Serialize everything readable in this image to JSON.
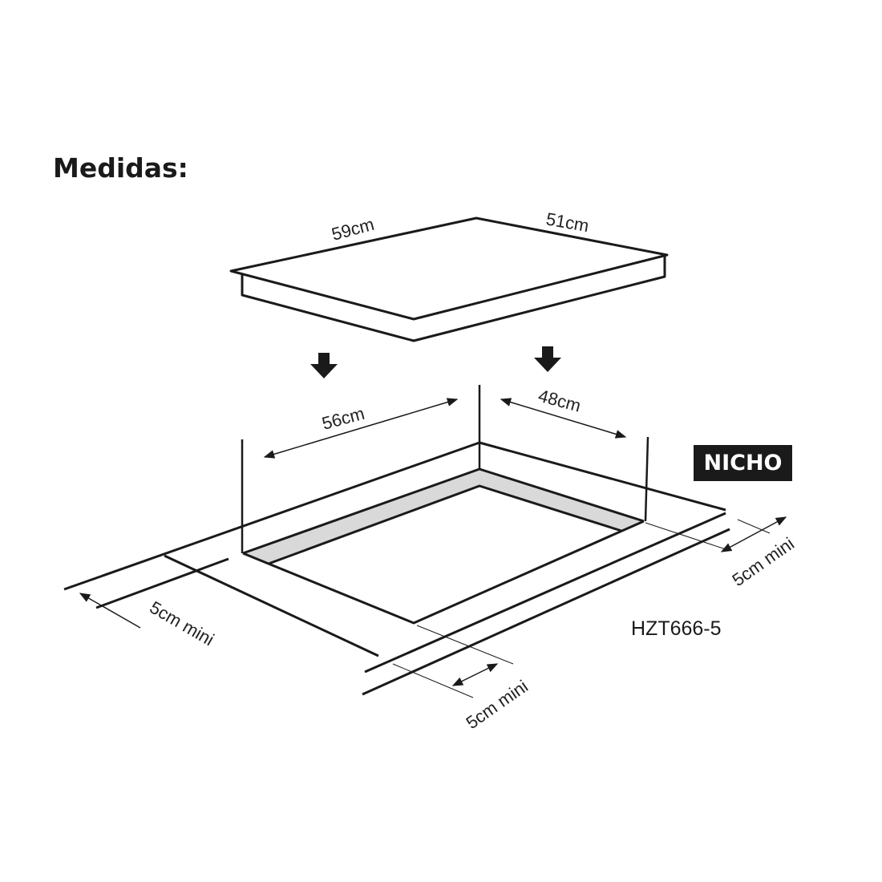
{
  "title": "Medidas:",
  "badge": "NICHO",
  "model": "HZT666-5",
  "dimensions": {
    "hob_width": "59cm",
    "hob_depth": "51cm",
    "cutout_width": "56cm",
    "cutout_depth": "48cm",
    "clearance_left": "5cm mini",
    "clearance_front": "5cm mini",
    "clearance_right": "5cm mini"
  },
  "colors": {
    "line": "#1a1a1a",
    "recess": "#d9d9d9",
    "badge_bg": "#1a1a1a"
  }
}
